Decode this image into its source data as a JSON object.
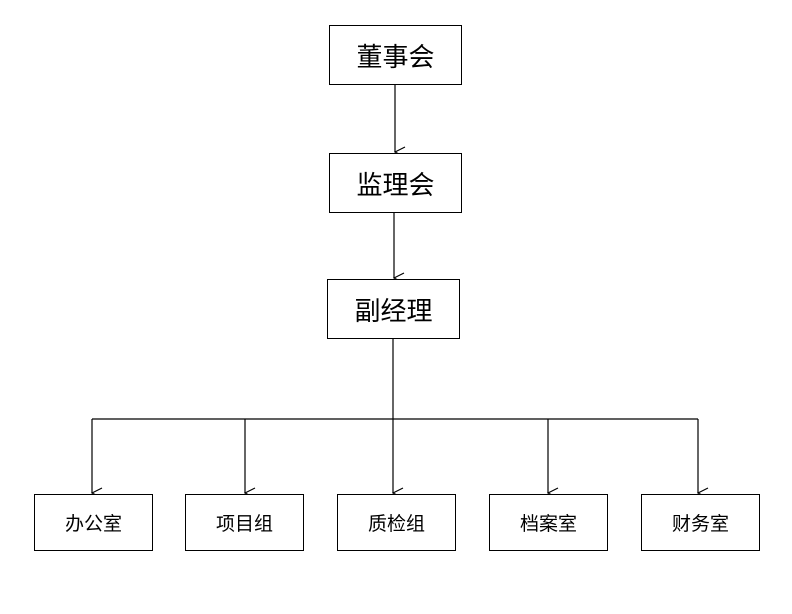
{
  "org_chart": {
    "board": "董事会",
    "supervisory": "监理会",
    "deputy_manager": "副经理",
    "departments": [
      "办公室",
      "项目组",
      "质检组",
      "档案室",
      "财务室"
    ]
  },
  "colors": {
    "line": "#000000",
    "box_border": "#000000",
    "background": "#ffffff"
  }
}
